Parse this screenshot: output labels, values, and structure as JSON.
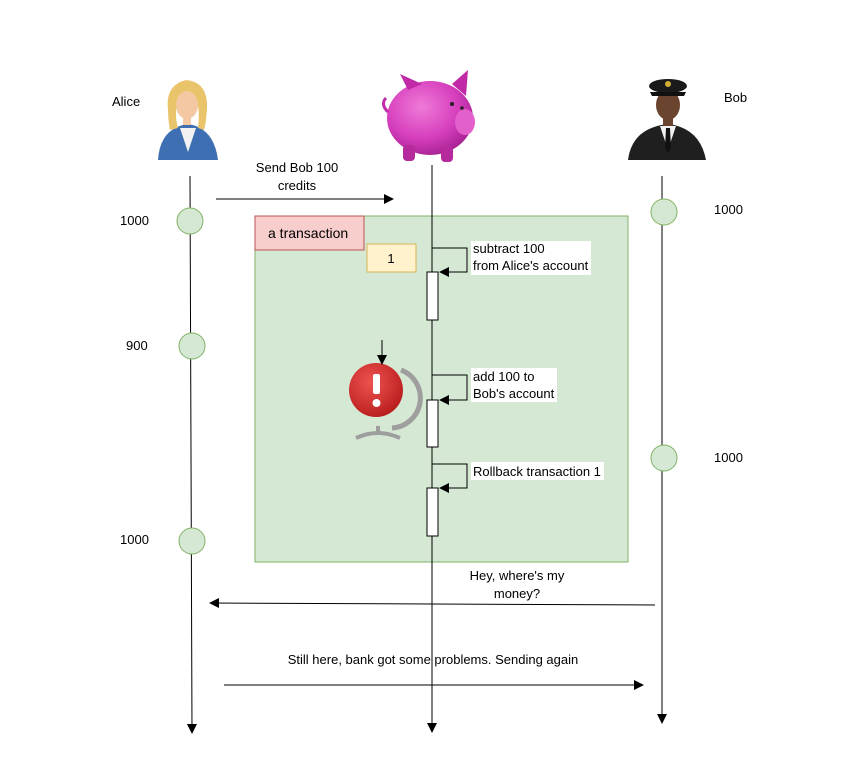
{
  "actors": {
    "alice": {
      "name": "Alice",
      "icon": "woman-avatar-icon"
    },
    "bank": {
      "icon": "piggy-bank-icon"
    },
    "bob": {
      "name": "Bob",
      "icon": "pilot-avatar-icon"
    }
  },
  "alice_balances": [
    "1000",
    "900",
    "1000"
  ],
  "bob_balances": [
    "1000",
    "1000"
  ],
  "messages": {
    "send_line1": "Send Bob 100",
    "send_line2": "credits",
    "where_line1": "Hey, where's my",
    "where_line2": "money?",
    "still_here": "Still here, bank got some problems. Sending again"
  },
  "transaction": {
    "title": "a transaction",
    "id": "1",
    "step1_line1": "subtract 100",
    "step1_line2": "from Alice's account",
    "step2_line1": "add 100 to",
    "step2_line2": "Bob's account",
    "step3": "Rollback transaction 1"
  },
  "colors": {
    "transaction_fill": "#d5e8d4",
    "transaction_stroke": "#82b366",
    "title_fill": "#f8cecc",
    "title_stroke": "#b85450",
    "id_fill": "#fff2cc",
    "id_stroke": "#d6b656",
    "state_circle_fill": "#d5e8d4",
    "error_red": "#d32f2f"
  }
}
